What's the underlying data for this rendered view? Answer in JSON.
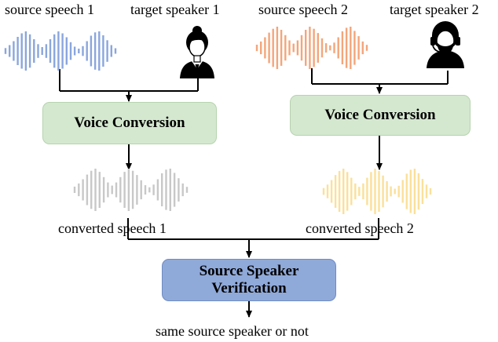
{
  "labels": {
    "source_speech_1": "source speech 1",
    "target_speaker_1": "target speaker 1",
    "source_speech_2": "source speech 2",
    "target_speaker_2": "target speaker 2",
    "converted_speech_1": "converted speech 1",
    "converted_speech_2": "converted speech 2",
    "output": "same source speaker or not"
  },
  "boxes": {
    "voice_conversion_1": "Voice Conversion",
    "voice_conversion_2": "Voice Conversion",
    "source_speaker_verification_line1": "Source Speaker",
    "source_speaker_verification_line2": "Verification"
  },
  "colors": {
    "source_wave_1": "#8aa6dd",
    "source_wave_2": "#f4a57a",
    "converted_wave_1": "#c8c8c8",
    "converted_wave_2": "#fbe09a",
    "voice_conversion_box": "#d4e8cf",
    "verification_box": "#8fa9d9"
  },
  "icons": {
    "target_speaker_1": "female-speaker-icon",
    "target_speaker_2": "male-speaker-headset-icon"
  }
}
